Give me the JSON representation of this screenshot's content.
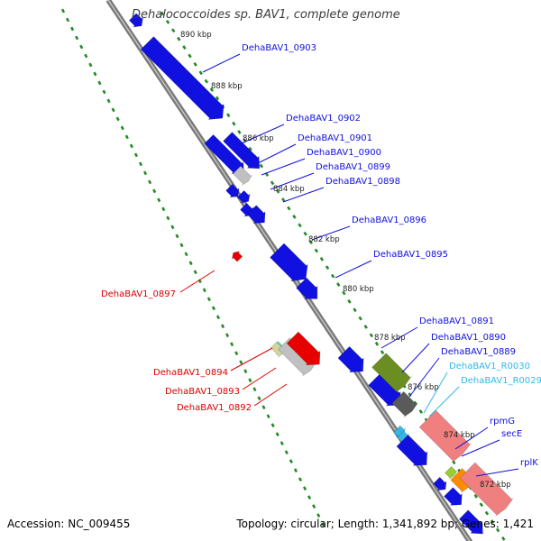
{
  "title": "Dehalococcoides sp. BAV1, complete genome",
  "footer": {
    "accession": "Accession: NC_009455",
    "summary": "Topology: circular; Length: 1,341,892 bp; Genes: 1,421"
  },
  "colors": {
    "cds": "#1010e0",
    "rrna": "#e60000",
    "ncrna_label": "#33b7e6",
    "backbone": "#8c8c8c",
    "tick": "#228b22",
    "gene_gray": "#c0c0c0",
    "gene_olive": "#6b8e23",
    "gene_dark": "#5a5a5a",
    "gene_pink": "#f08080",
    "gene_orange": "#ff8c00",
    "gene_lime": "#9acd32"
  },
  "scale": {
    "kbp_labels": [
      "890 kbp",
      "888 kbp",
      "886 kbp",
      "884 kbp",
      "882 kbp",
      "880 kbp",
      "878 kbp",
      "876 kbp",
      "874 kbp",
      "872 kbp"
    ]
  },
  "labels": {
    "blue": [
      "DehaBAV1_0903",
      "DehaBAV1_0902",
      "DehaBAV1_0901",
      "DehaBAV1_0900",
      "DehaBAV1_0899",
      "DehaBAV1_0898",
      "DehaBAV1_0896",
      "DehaBAV1_0895",
      "DehaBAV1_0891",
      "DehaBAV1_0890",
      "DehaBAV1_0889",
      "rpmG",
      "secE",
      "rplK"
    ],
    "red": [
      "DehaBAV1_0897",
      "DehaBAV1_0894",
      "DehaBAV1_0893",
      "DehaBAV1_0892"
    ],
    "cyan": [
      "DehaBAV1_R0030",
      "DehaBAV1_R0029"
    ]
  }
}
